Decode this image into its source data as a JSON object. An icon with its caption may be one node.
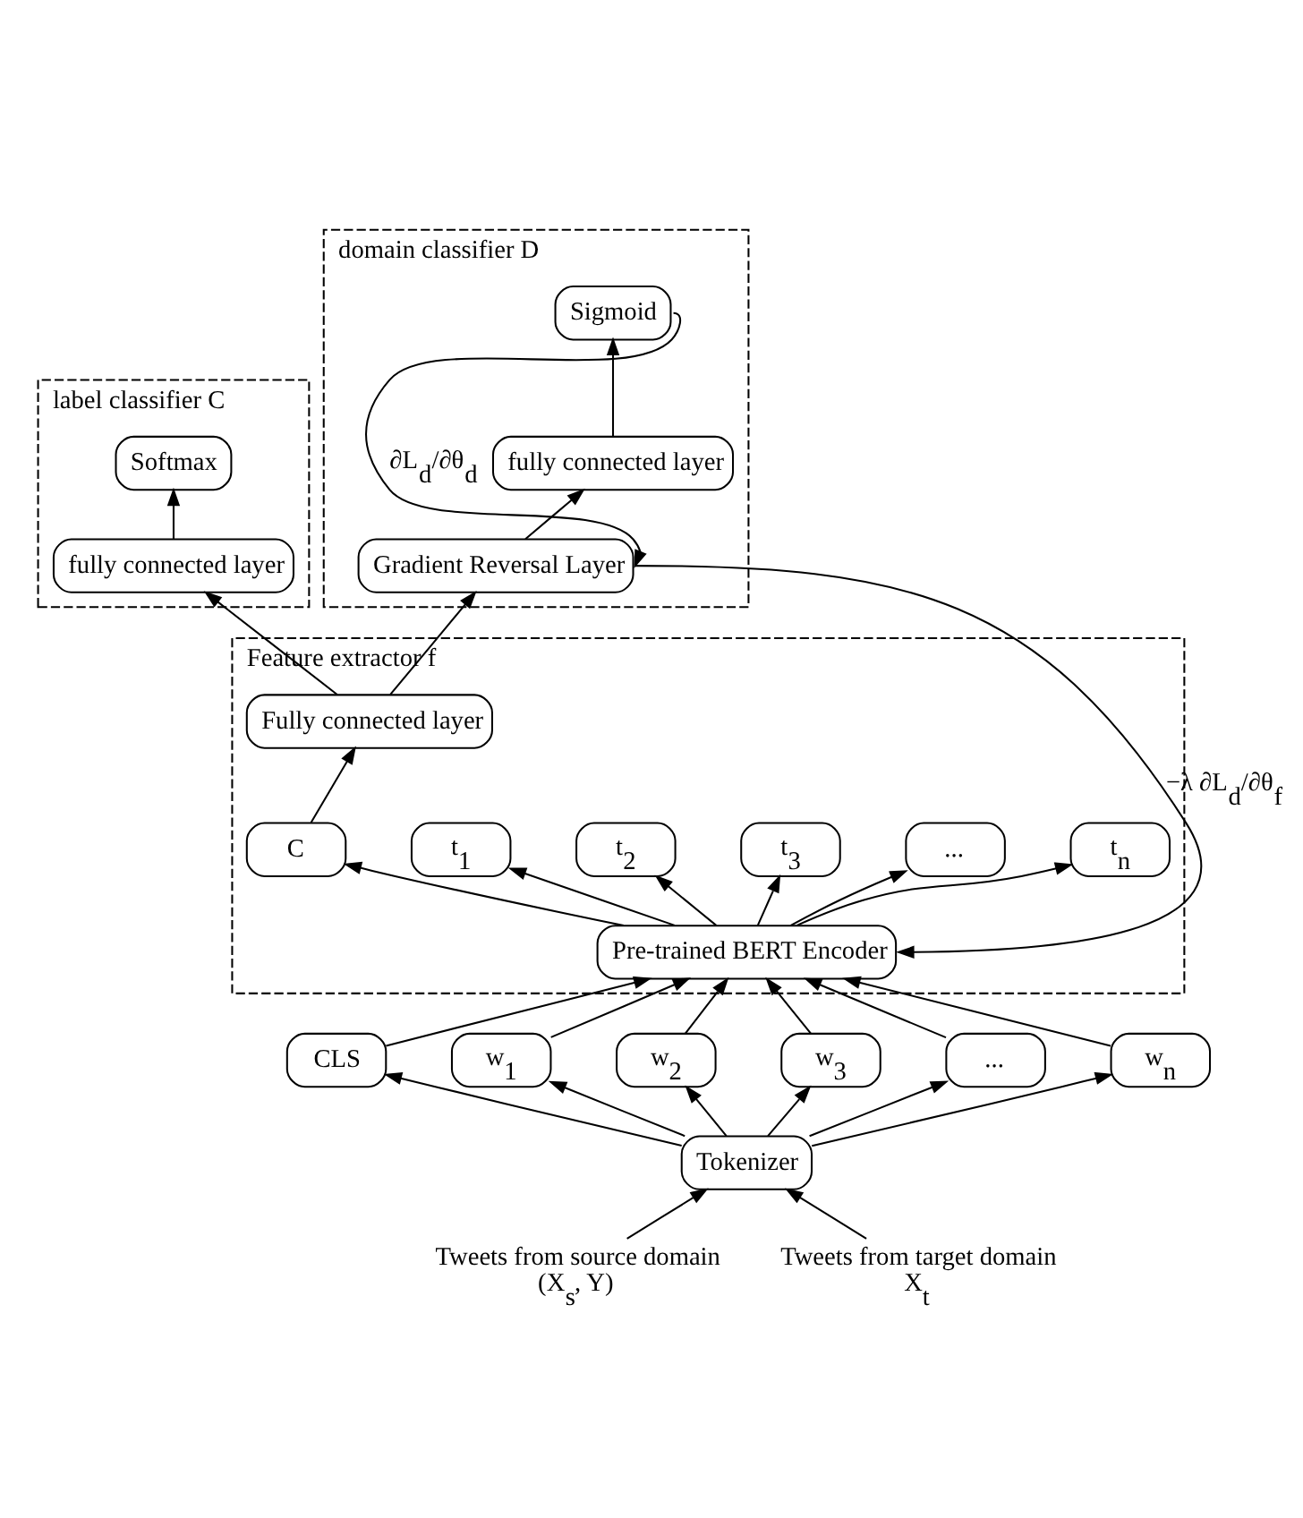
{
  "diagram": {
    "nodes": [
      {
        "text": [
          "label classifier C"
        ]
      },
      {
        "text": [
          "Softmax"
        ],
        "in": 0
      },
      {
        "text": [
          "fully connected layer"
        ],
        "in": 0
      },
      {
        "text": [
          "domain classifier D"
        ]
      },
      {
        "text": [
          "Sigmoid"
        ],
        "in": 3
      },
      {
        "text": [
          "fully connected layer"
        ],
        "in": 3
      },
      {
        "text": [
          "Gradient Reversal Layer"
        ],
        "in": 3
      },
      {
        "text": [
          "Feature extractor f"
        ]
      },
      {
        "text": [
          "Fully connected layer"
        ],
        "in": 7
      },
      {
        "text": [
          "C"
        ],
        "in": 7
      },
      {
        "text": [
          "t$_{1}$"
        ],
        "in": 7
      },
      {
        "text": [
          "t$_{2}$"
        ],
        "in": 7
      },
      {
        "text": [
          "t$_{3}$"
        ],
        "in": 7
      },
      {
        "text": [
          "..."
        ],
        "in": 7
      },
      {
        "text": [
          "t$_{n}$"
        ],
        "in": 7
      },
      {
        "text": [
          "Pre-trained BERT Encoder"
        ],
        "in": 7
      },
      {
        "text": [
          "CLS"
        ]
      },
      {
        "text": [
          "w$_{1}$"
        ]
      },
      {
        "text": [
          "w$_{2}$"
        ]
      },
      {
        "text": [
          "w$_{3}$"
        ]
      },
      {
        "text": [
          "..."
        ]
      },
      {
        "text": [
          "w$_{n}$"
        ]
      },
      {
        "text": [
          "Tokenizer"
        ]
      },
      {
        "text": [
          "Tweets from source domain",
          "(X$_{s}$, Y)"
        ]
      },
      {
        "text": [
          "Tweets from target domain",
          "X$_{t}$"
        ]
      }
    ],
    "edges": [
      {
        "from": 23,
        "to": 22,
        "arrow": "to"
      },
      {
        "from": 24,
        "to": 22,
        "arrow": "to"
      },
      {
        "from": 22,
        "to": 16,
        "arrow": "to"
      },
      {
        "from": 22,
        "to": 17,
        "arrow": "to"
      },
      {
        "from": 22,
        "to": 18,
        "arrow": "to"
      },
      {
        "from": 22,
        "to": 19,
        "arrow": "to"
      },
      {
        "from": 22,
        "to": 20,
        "arrow": "to"
      },
      {
        "from": 22,
        "to": 21,
        "arrow": "to"
      },
      {
        "from": 16,
        "to": 15,
        "arrow": "to"
      },
      {
        "from": 17,
        "to": 15,
        "arrow": "to"
      },
      {
        "from": 18,
        "to": 15,
        "arrow": "to"
      },
      {
        "from": 19,
        "to": 15,
        "arrow": "to"
      },
      {
        "from": 20,
        "to": 15,
        "arrow": "to"
      },
      {
        "from": 21,
        "to": 15,
        "arrow": "to"
      },
      {
        "from": 15,
        "to": 9,
        "arrow": "to"
      },
      {
        "from": 15,
        "to": 10,
        "arrow": "to"
      },
      {
        "from": 15,
        "to": 11,
        "arrow": "to"
      },
      {
        "from": 15,
        "to": 12,
        "arrow": "to"
      },
      {
        "from": 15,
        "to": 13,
        "arrow": "to"
      },
      {
        "from": 15,
        "to": 14,
        "arrow": "to"
      },
      {
        "from": 9,
        "to": 8,
        "arrow": "to"
      },
      {
        "from": 8,
        "to": 2,
        "arrow": "to"
      },
      {
        "from": 8,
        "to": 6,
        "arrow": "to"
      },
      {
        "from": 2,
        "to": 1,
        "arrow": "to"
      },
      {
        "from": 6,
        "to": 5,
        "arrow": "to"
      },
      {
        "from": 5,
        "to": 4,
        "arrow": "to"
      },
      {
        "from": 4,
        "to": 6,
        "arrow": "to",
        "label": "∂L$_{d}$/∂θ$_{d}$"
      },
      {
        "from": 6,
        "to": 15,
        "arrow": "to",
        "label": "−λ ∂L$_{d}$/∂θ$_{f}$"
      }
    ]
  }
}
